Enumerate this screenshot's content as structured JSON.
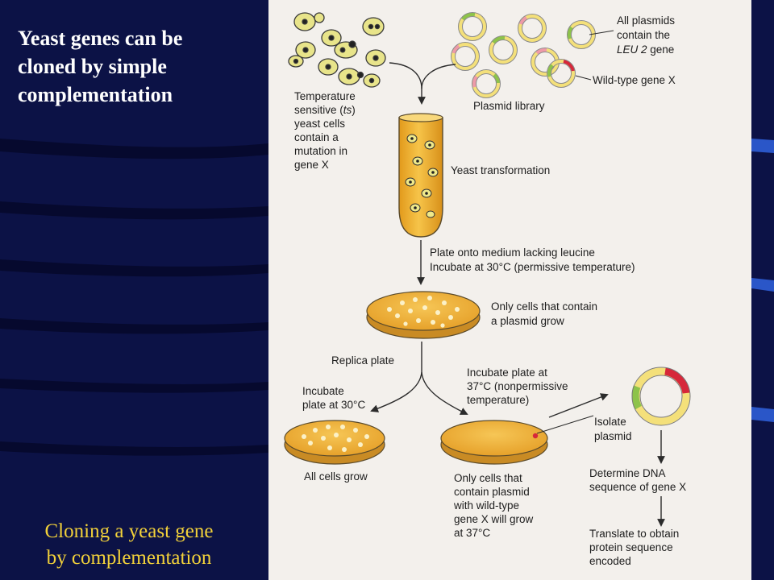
{
  "slide": {
    "title_lines": [
      "Yeast genes can be",
      "cloned by simple",
      "complementation"
    ],
    "caption_lines": [
      "Cloning a yeast gene",
      "by complementation"
    ]
  },
  "figure": {
    "ts_cells_label": {
      "l1": "Temperature",
      "l2": "sensitive (",
      "l2_italic": "ts",
      "l2_tail": ")",
      "l3": "yeast cells",
      "l4": "contain a",
      "l5": "mutation in",
      "l6": "gene X"
    },
    "plasmids_label": {
      "l1": "All plasmids",
      "l2": "contain the",
      "l3_italic": "LEU 2",
      "l3_tail": " gene"
    },
    "wild_type_label": "Wild-type gene X",
    "plasmid_library_label": "Plasmid library",
    "transformation_label": "Yeast transformation",
    "plating_label": {
      "l1": "Plate onto medium lacking leucine",
      "l2": "Incubate at 30°C (permissive temperature)"
    },
    "plasmid_grow_label": {
      "l1": "Only cells that contain",
      "l2": "a plasmid grow"
    },
    "replica_label": "Replica plate",
    "incubate30_label": {
      "l1": "Incubate",
      "l2": "plate at 30°C"
    },
    "incubate37_label": {
      "l1": "Incubate plate at",
      "l2": "37°C (nonpermissive",
      "l3": "temperature)"
    },
    "all_grow_label": "All cells grow",
    "isolate_label": {
      "l1": "Isolate",
      "l2": "plasmid"
    },
    "wildtype_grow_label": {
      "l1": "Only cells that",
      "l2": "contain plasmid",
      "l3": "with wild-type",
      "l4": "gene X will grow",
      "l5": "at 37°C"
    },
    "sequence_label": {
      "l1": "Determine DNA",
      "l2": "sequence of gene X"
    },
    "translate_label": {
      "l1": "Translate to obtain",
      "l2": "protein sequence",
      "l3": "encoded"
    }
  },
  "colors": {
    "slide_background": "#0c1246",
    "stripe": "#06082a",
    "title_text": "#ffffff",
    "caption_text": "#f2d13a",
    "panel_background": "#f3f0ec",
    "yeast_fill": "#e8e48a",
    "plate_medium": "#f0b93c",
    "leu2_segment": "#8dc34a",
    "gene_x_segment": "#d6283a",
    "plasmid_ring": "#f4e07a"
  }
}
